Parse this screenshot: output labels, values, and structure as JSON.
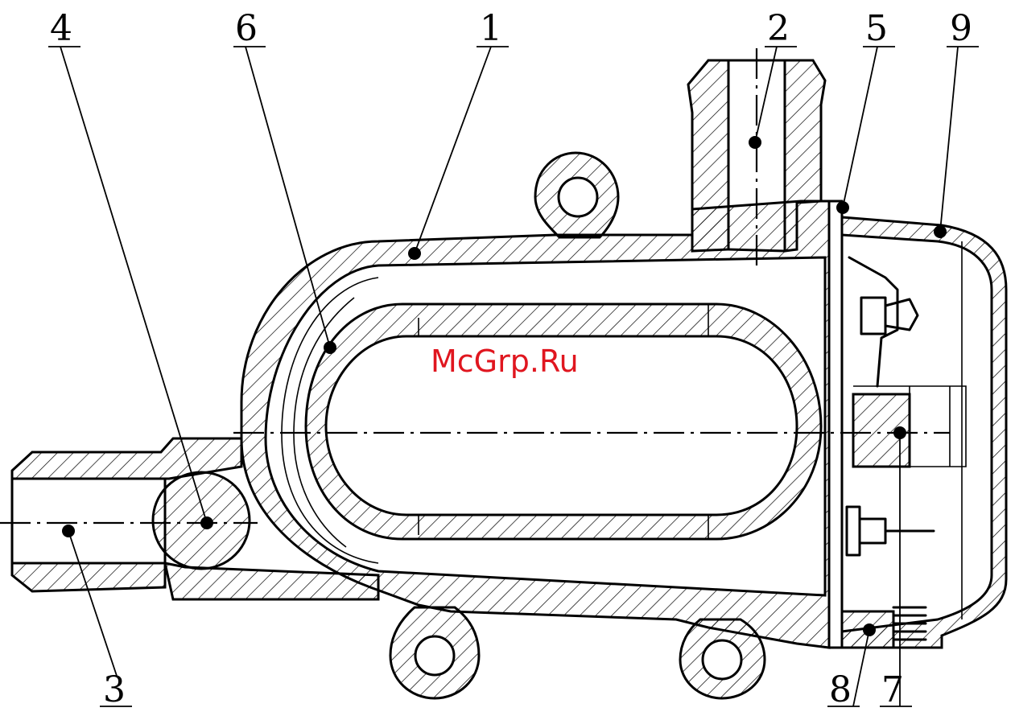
{
  "watermark": "McGrp.Ru",
  "callouts": [
    {
      "label": "1"
    },
    {
      "label": "2"
    },
    {
      "label": "3"
    },
    {
      "label": "4"
    },
    {
      "label": "5"
    },
    {
      "label": "6"
    },
    {
      "label": "7"
    },
    {
      "label": "8"
    },
    {
      "label": "9"
    }
  ],
  "colors": {
    "line": "#000000",
    "watermark": "#e0161f",
    "background": "#ffffff"
  }
}
